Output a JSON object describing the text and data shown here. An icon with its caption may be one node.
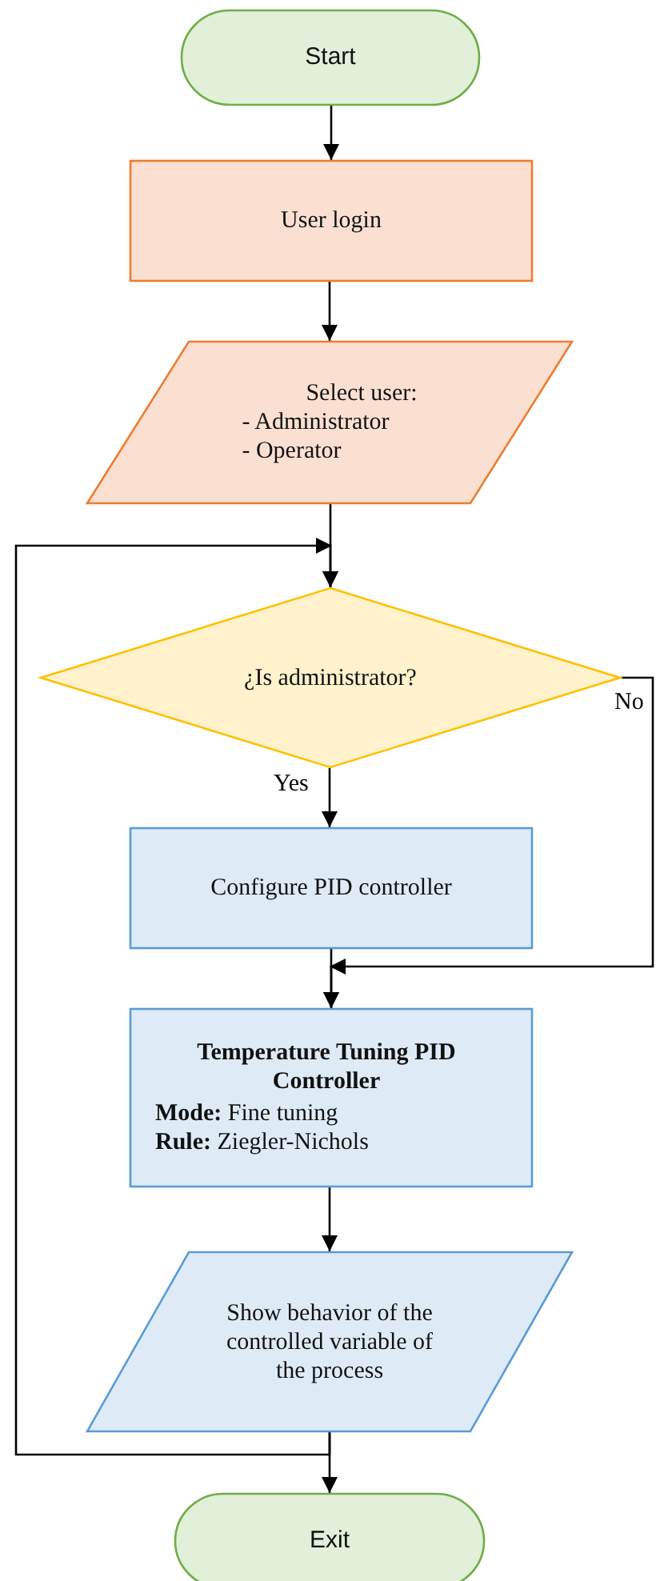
{
  "diagram": {
    "nodes": [
      {
        "text": [
          "Start"
        ]
      },
      {
        "text": [
          "User login"
        ]
      },
      {
        "text": [
          "Select user:",
          "- Administrator",
          "- Operator"
        ]
      },
      {
        "text": [
          "¿Is administrator?"
        ]
      },
      {
        "text": [
          "Configure PID controller"
        ]
      },
      {
        "text": [
          "Temperature Tuning PID Controller",
          "**Mode:** Fine tuning",
          "**Rule:** Ziegler-Nichols"
        ]
      },
      {
        "text": [
          "Show behavior of the controlled variable of the process"
        ]
      },
      {
        "text": [
          "Exit"
        ]
      }
    ],
    "edges": [
      {
        "from": 0,
        "to": 1,
        "arrow": "to"
      },
      {
        "from": 1,
        "to": 2,
        "arrow": "to"
      },
      {
        "from": 2,
        "to": 3,
        "arrow": "to"
      },
      {
        "from": 3,
        "to": 4,
        "arrow": "to",
        "label": "Yes"
      },
      {
        "from": 3,
        "to": 5,
        "arrow": "to",
        "label": "No"
      },
      {
        "from": 4,
        "to": 5,
        "arrow": "to"
      },
      {
        "from": 5,
        "to": 6,
        "arrow": "to"
      },
      {
        "from": 6,
        "to": 7,
        "arrow": "to"
      },
      {
        "from": 6,
        "to": 3,
        "arrow": "to"
      }
    ]
  }
}
